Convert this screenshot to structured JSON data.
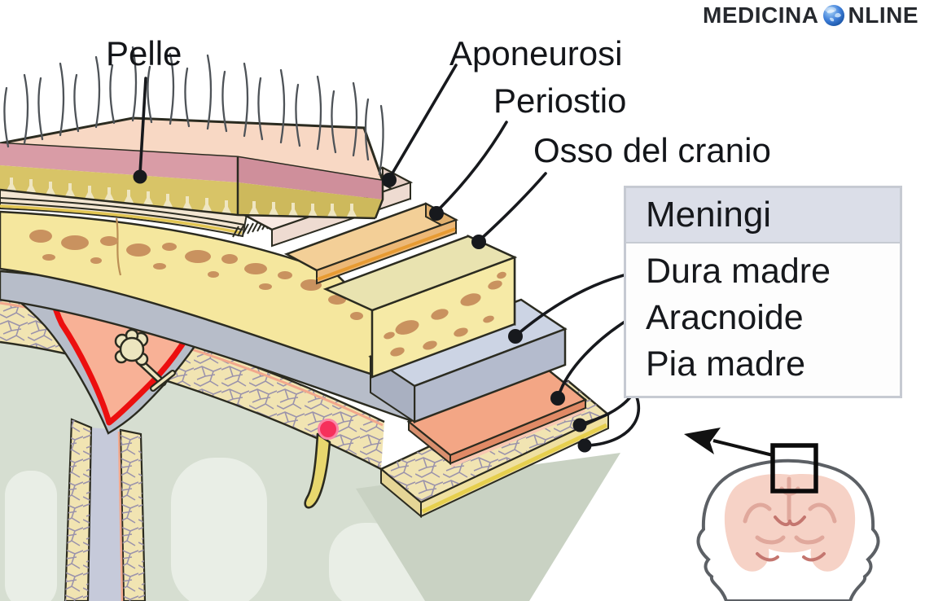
{
  "watermark": {
    "brand_left": "MEDICINA",
    "brand_right": "NLINE",
    "globe_icon": "globe-icon"
  },
  "annotation_labels": {
    "pelle": "Pelle",
    "aponeurosi": "Aponeurosi",
    "periostio": "Periostio",
    "osso_del_cranio": "Osso del cranio"
  },
  "meningi_box": {
    "title": "Meningi",
    "items": [
      "Dura madre",
      "Aracnoide",
      "Pia madre"
    ]
  },
  "icons": {
    "globe": "globe-icon",
    "inset_arrow": "arrow-icon",
    "inset_region_marker": "region-square-icon"
  },
  "colors": {
    "skin_epidermis": "#f8d8c4",
    "dermis": "#d99ca6",
    "subcutis_fat": "#d8c467",
    "aponeurosis_layer": "#f8e9e2",
    "periosteum_layer": "#f3cf97",
    "skull_bone": "#f5e79e",
    "bone_marrow_spots": "#c9925f",
    "dura_madre_layer": "#ccd4e4",
    "aracnoide_layer": "#f3a685",
    "subarachnoid_space": "#f1e4b2",
    "brain_surface": "#d6ded1",
    "sinus_outline_red": "#ec0f0f",
    "sinus_fill": "#f8b196",
    "vessel_red": "#f6305c",
    "box_header_bg": "#dbdee8",
    "label_text": "#131519"
  }
}
